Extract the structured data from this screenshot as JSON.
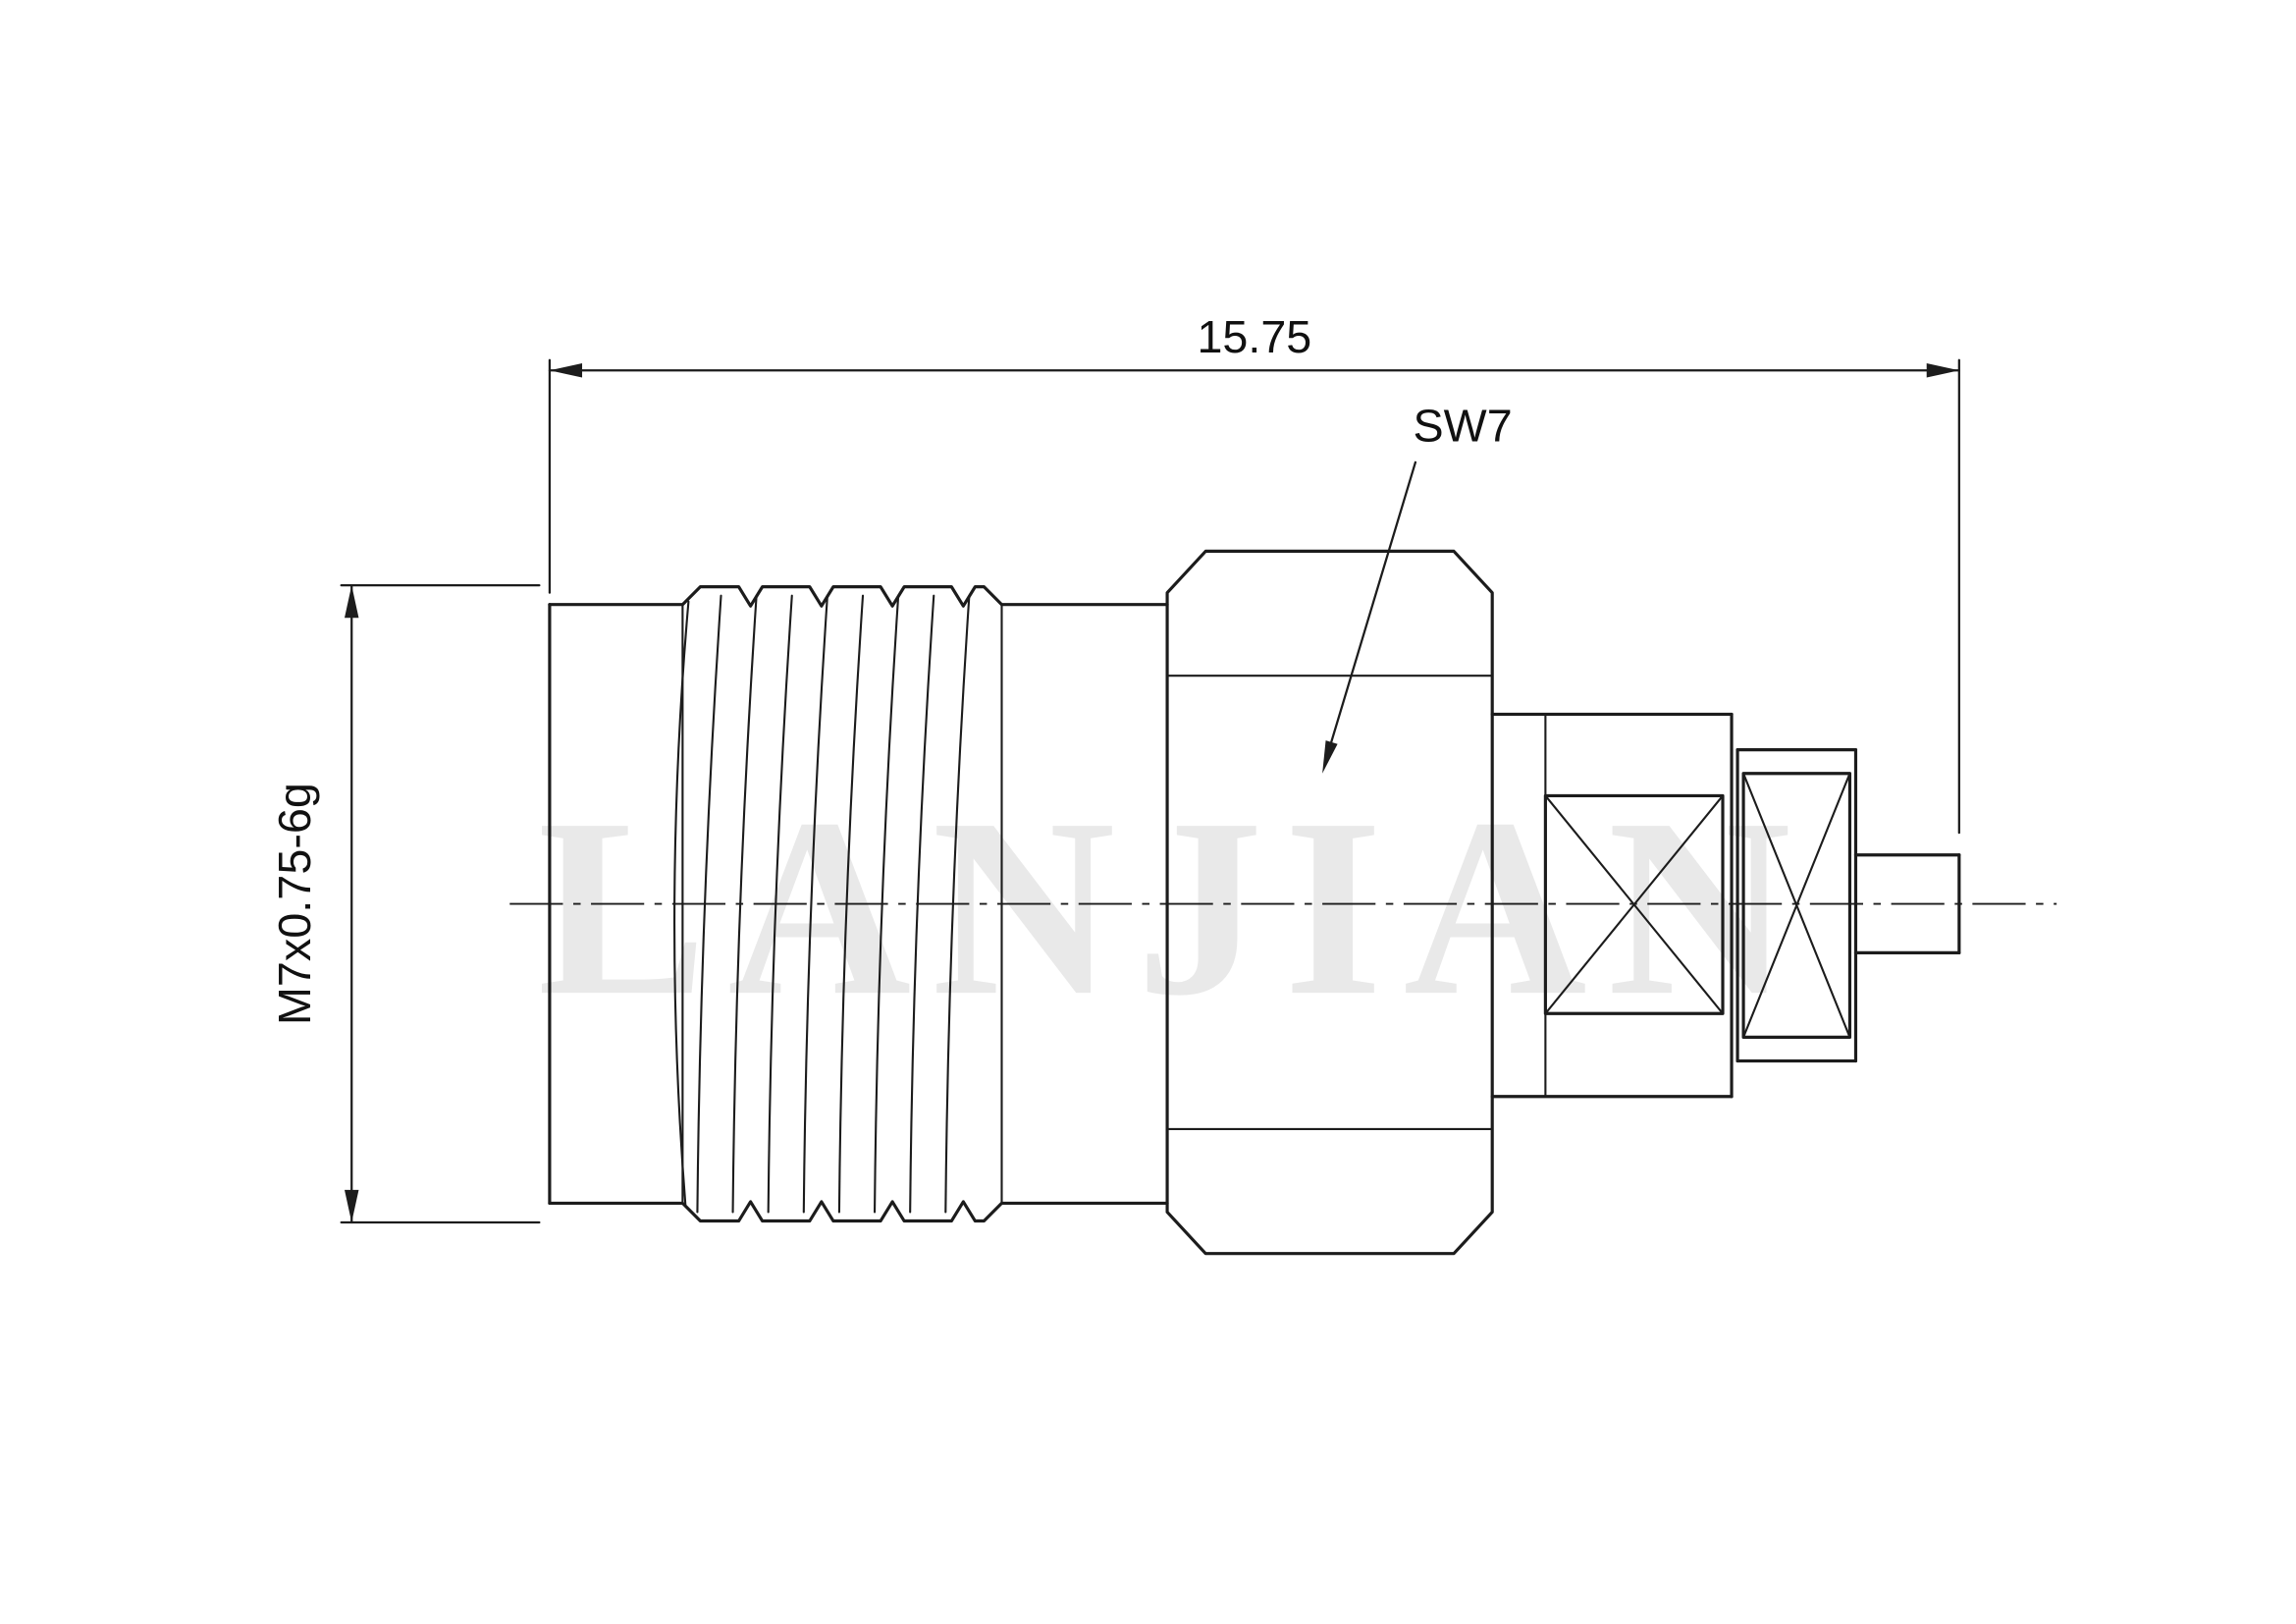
{
  "drawing": {
    "labels": {
      "overall_length": "15.75",
      "wrench_size": "SW7",
      "thread_spec": "M7x0.75-6g"
    },
    "watermark": "LANJIAN",
    "colors": {
      "line": "#1c1c1c",
      "text": "#111111",
      "watermark": "#e9e9e9",
      "background": "#ffffff"
    }
  }
}
